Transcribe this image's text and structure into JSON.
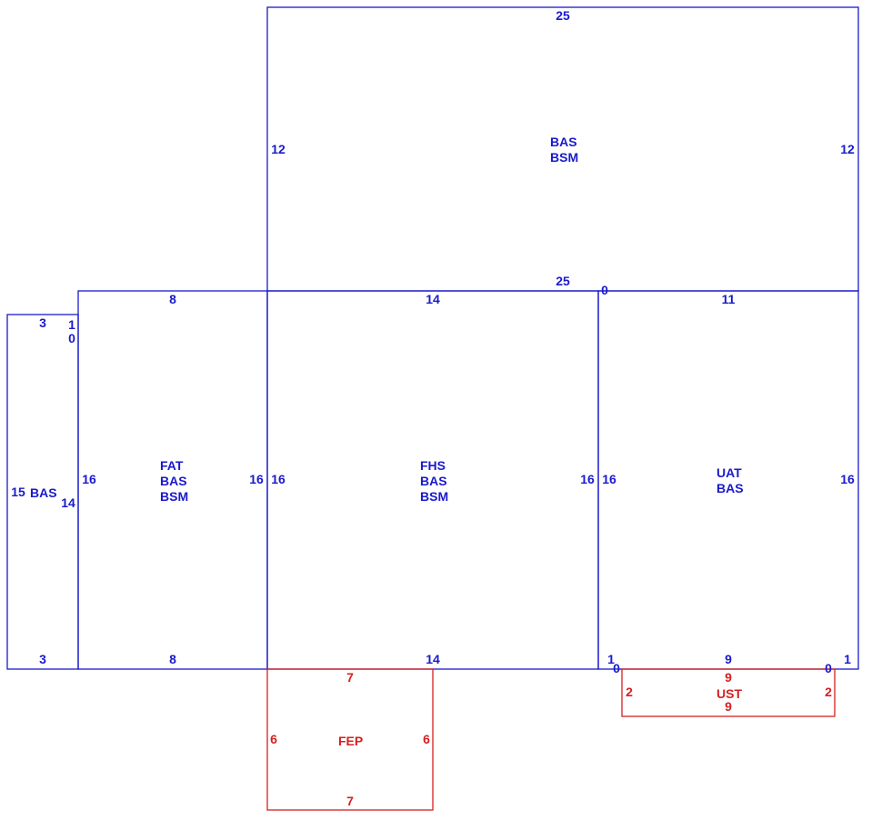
{
  "colors": {
    "main": "#1a1acc",
    "secondary": "#d42020"
  },
  "areas": {
    "top": {
      "codes": [
        "BAS",
        "BSM"
      ],
      "dims": {
        "top": "25",
        "bottom": "25",
        "left": "12",
        "right": "12"
      }
    },
    "fat": {
      "codes": [
        "FAT",
        "BAS",
        "BSM"
      ],
      "dims": {
        "top": "8",
        "bottom": "8",
        "left": "16",
        "right": "16"
      }
    },
    "fhs": {
      "codes": [
        "FHS",
        "BAS",
        "BSM"
      ],
      "dims": {
        "top": "14",
        "bottom": "14",
        "left": "16",
        "right": "16"
      }
    },
    "uat": {
      "codes": [
        "UAT",
        "BAS"
      ],
      "dims": {
        "top": "11",
        "bottom": "9",
        "left": "16",
        "right": "16",
        "corner_top": "0",
        "corner_bottom_left": "1",
        "corner_bottom_right": "1"
      }
    },
    "bas_small": {
      "code": "BAS",
      "dims": {
        "top": "3",
        "bottom": "3",
        "left": "15",
        "right_top_a": "1",
        "right_top_b": "0",
        "right": "14"
      }
    },
    "fep": {
      "code": "FEP",
      "dims": {
        "top": "7",
        "bottom": "7",
        "left": "6",
        "right": "6"
      }
    },
    "ust": {
      "code": "UST",
      "dims": {
        "top": "9",
        "bottom": "9",
        "left": "2",
        "right": "2",
        "corner_left": "0",
        "corner_right": "0"
      }
    }
  }
}
